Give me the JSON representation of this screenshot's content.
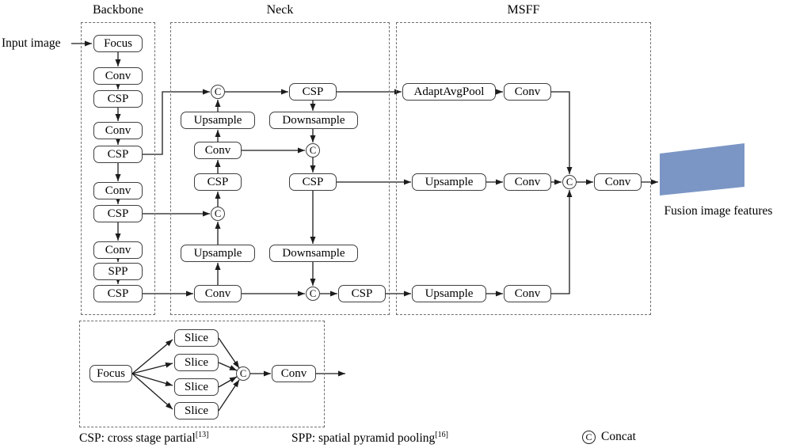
{
  "figure": {
    "input_label": "Input image",
    "output_label": "Fusion image features"
  },
  "sections": {
    "backbone": "Backbone",
    "neck": "Neck",
    "msff": "MSFF"
  },
  "backbone": {
    "nodes": [
      {
        "label": "Focus"
      },
      {
        "label": "Conv"
      },
      {
        "label": "CSP"
      },
      {
        "label": "Conv"
      },
      {
        "label": "CSP"
      },
      {
        "label": "Conv"
      },
      {
        "label": "CSP"
      },
      {
        "label": "Conv"
      },
      {
        "label": "SPP"
      },
      {
        "label": "CSP"
      }
    ]
  },
  "neck": {
    "nodes": {
      "concat_top": "C",
      "csp_top": "CSP",
      "upsample_top": "Upsample",
      "downsample_top": "Downsample",
      "conv_mid": "Conv",
      "concat_mid_right": "C",
      "csp_mid_left": "CSP",
      "csp_mid_right": "CSP",
      "concat_mid_left": "C",
      "upsample_bottom": "Upsample",
      "downsample_bottom": "Downsample",
      "conv_bottom": "Conv",
      "concat_bottom": "C",
      "csp_bottom": "CSP"
    }
  },
  "msff": {
    "nodes": {
      "adapt_avg_pool": "AdaptAvgPool",
      "conv_top": "Conv",
      "upsample_mid": "Upsample",
      "conv_mid": "Conv",
      "concat": "C",
      "conv_out": "Conv",
      "upsample_bottom": "Upsample",
      "conv_bottom": "Conv"
    }
  },
  "focus_detail": {
    "focus": "Focus",
    "slices": [
      {
        "label": "Slice"
      },
      {
        "label": "Slice"
      },
      {
        "label": "Slice"
      },
      {
        "label": "Slice"
      }
    ],
    "concat": "C",
    "conv": "Conv"
  },
  "legend": {
    "csp": {
      "text": "CSP: cross stage partial",
      "ref": "[13]"
    },
    "spp": {
      "text": "SPP: spatial pyramid pooling",
      "ref": "[16]"
    },
    "concat": {
      "symbol": "C",
      "text": "Concat"
    }
  },
  "colors": {
    "output_fill": "#7b96c5"
  }
}
